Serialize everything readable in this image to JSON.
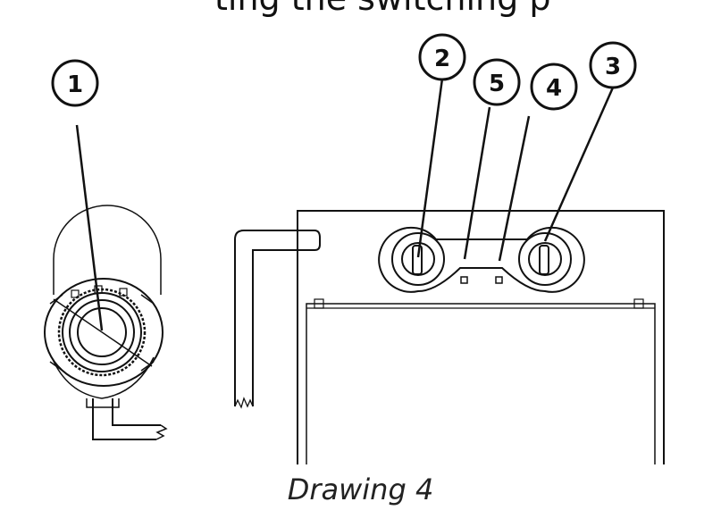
{
  "top_text": "ting the switching p",
  "caption": "Drawing 4",
  "callouts": [
    {
      "label": "1"
    },
    {
      "label": "2"
    },
    {
      "label": "5"
    },
    {
      "label": "4"
    },
    {
      "label": "3"
    }
  ]
}
